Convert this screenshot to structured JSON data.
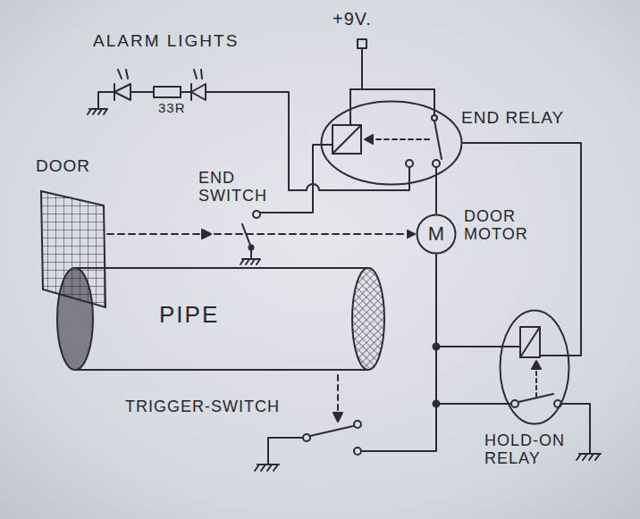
{
  "diagram": {
    "nodes": [
      {
        "text": [
          "END RELAY"
        ]
      },
      {
        "text": [
          "DOOR"
        ]
      },
      {
        "text": [
          "M",
          "DOOR MOTOR"
        ]
      },
      {
        "text": [
          "PIPE"
        ]
      },
      {
        "text": [
          "HOLD-ON RELAY"
        ]
      }
    ],
    "edges": [
      {
        "from": 1,
        "to": 2,
        "arrow": "to"
      },
      {
        "from": 0,
        "to": 2,
        "arrow": "none"
      },
      {
        "from": 2,
        "to": 4,
        "arrow": "none"
      },
      {
        "from": 0,
        "to": 4,
        "arrow": "none"
      }
    ],
    "labels": [
      "+9V.",
      "ALARM LIGHTS",
      "33R",
      "END SWITCH",
      "TRIGGER-SWITCH"
    ]
  }
}
